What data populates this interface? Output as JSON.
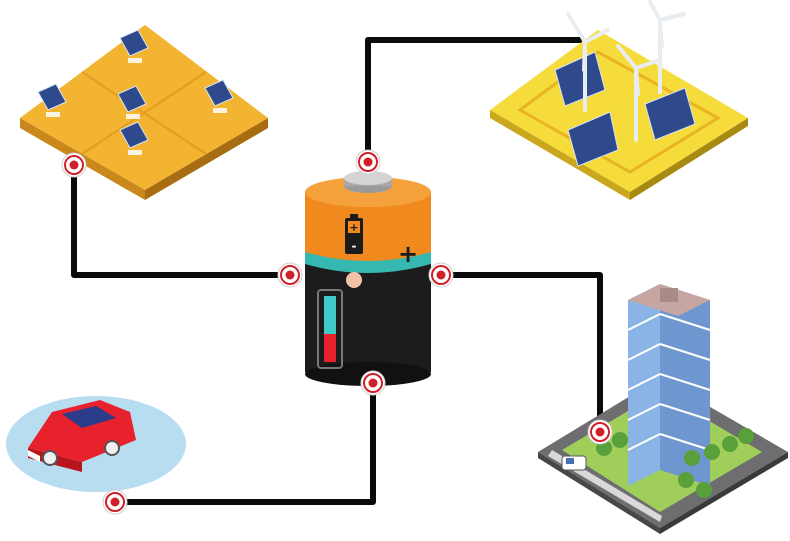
{
  "battery": {
    "terminal_plus": "+",
    "terminal_minus": "-",
    "label_plus": "+"
  },
  "colors": {
    "wire": "#0a0a0a",
    "connector_ring": "#d0202a",
    "battery_orange": "#f08a1e",
    "battery_teal": "#35b8b0",
    "battery_body": "#1c1c1c",
    "solar_ground": "#f2b431",
    "wind_ground": "#f6dc3a",
    "solar_panel": "#2f4a8c",
    "building_glass": "#8ab4e6",
    "city_ground": "#9fce5a",
    "car_red": "#e8222c",
    "car_bubble": "#b8dcf0",
    "charge_teal": "#3fc8c8",
    "charge_red": "#e8222c"
  },
  "nodes": [
    {
      "id": "solar-farm",
      "icon": "solar-farm-icon"
    },
    {
      "id": "wind-solar-farm",
      "icon": "wind-turbine-icon"
    },
    {
      "id": "city-building",
      "icon": "building-icon"
    },
    {
      "id": "electric-car",
      "icon": "car-icon"
    }
  ]
}
